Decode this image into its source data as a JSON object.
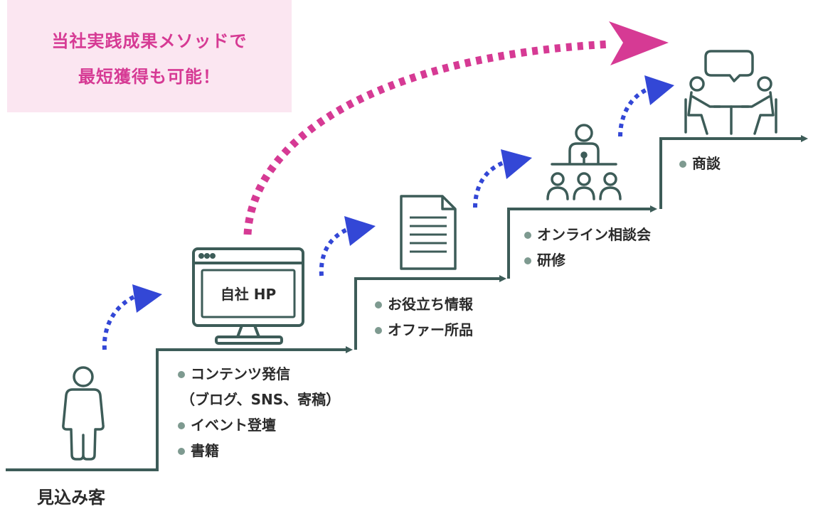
{
  "callout": {
    "line1": "当社実践成果メソッドで",
    "line2": "最短獲得も可能！"
  },
  "colors": {
    "stair": "#3d5c58",
    "magenta": "#d63a94",
    "blue": "#3347d6",
    "callout_bg": "#fbe6f1",
    "bullet": "#7e9a90"
  },
  "start": {
    "label": "見込み客"
  },
  "steps": [
    {
      "icon": "website-monitor-icon",
      "icon_label": "自社 HP",
      "items": [
        "コンテンツ発信",
        "（ブログ、SNS、寄稿）",
        "イベント登壇",
        "書籍"
      ]
    },
    {
      "icon": "document-icon",
      "items": [
        "お役立ち情報",
        "オファー所品"
      ]
    },
    {
      "icon": "presenter-audience-icon",
      "items": [
        "オンライン相談会",
        "研修"
      ]
    },
    {
      "icon": "meeting-conversation-icon",
      "items": [
        "商談"
      ]
    }
  ]
}
